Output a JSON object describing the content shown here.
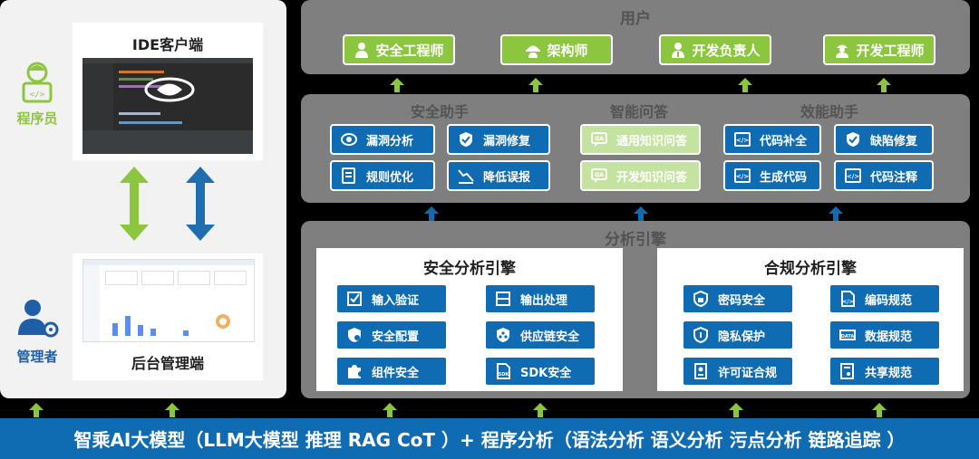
{
  "left": {
    "programmer_label": "程序员",
    "admin_label": "管理者",
    "ide_title": "IDE客户端",
    "backend_title": "后台管理端"
  },
  "users": {
    "title": "用户",
    "items": [
      "安全工程师",
      "架构师",
      "开发负责人",
      "开发工程师"
    ]
  },
  "assistants": {
    "security_title": "安全助手",
    "security_items": [
      "漏洞分析",
      "漏洞修复",
      "规则优化",
      "降低误报"
    ],
    "qa_title": "智能问答",
    "qa_items": [
      "通用知识问答",
      "开发知识问答"
    ],
    "efficiency_title": "效能助手",
    "efficiency_items": [
      "代码补全",
      "缺陷修复",
      "生成代码",
      "代码注释"
    ]
  },
  "engines": {
    "title": "分析引擎",
    "security_title": "安全分析引擎",
    "security_items": [
      "输入验证",
      "输出处理",
      "安全配置",
      "供应链安全",
      "组件安全",
      "SDK安全"
    ],
    "compliance_title": "合规分析引擎",
    "compliance_items": [
      "密码安全",
      "编码规范",
      "隐私保护",
      "数据规范",
      "许可证合规",
      "共享规范"
    ]
  },
  "bottom_text": "智乘AI大模型（LLM大模型  推理 RAG CoT ）+ 程序分析（语法分析 语义分析 污点分析 链路追踪 ）",
  "colors": {
    "green": "#8cc63f",
    "blue": "#0f6cb3",
    "light_green": "#c5e3a0",
    "gray": "#7f7f7f"
  }
}
